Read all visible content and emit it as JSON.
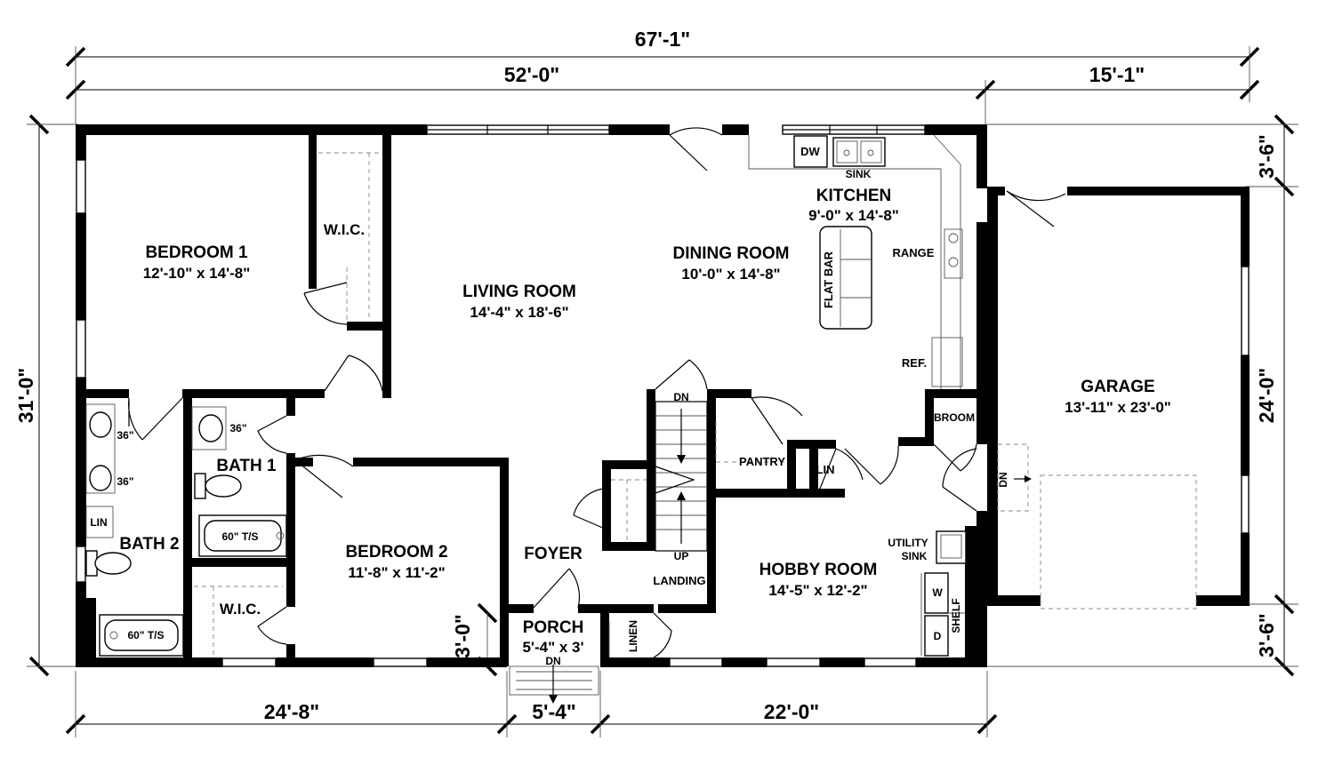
{
  "dimensions": {
    "overall_width": "67'-1\"",
    "house_width": "52'-0\"",
    "garage_width": "15'-1\"",
    "overall_depth": "31'-0\"",
    "garage_setback_top": "3'-6\"",
    "garage_depth": "24'-0\"",
    "garage_setback_bottom": "3'-6\"",
    "bottom_left": "24'-8\"",
    "porch_width": "5'-4\"",
    "bottom_right": "22'-0\"",
    "porch_depth": "3'-0\""
  },
  "rooms": {
    "bedroom1": {
      "name": "BEDROOM 1",
      "size": "12'-10\" x 14'-8\""
    },
    "living": {
      "name": "LIVING ROOM",
      "size": "14'-4\" x 18'-6\""
    },
    "dining": {
      "name": "DINING ROOM",
      "size": "10'-0\" x 14'-8\""
    },
    "kitchen": {
      "name": "KITCHEN",
      "size": "9'-0\" x 14'-8\""
    },
    "garage": {
      "name": "GARAGE",
      "size": "13'-11\" x 23'-0\""
    },
    "bedroom2": {
      "name": "BEDROOM 2",
      "size": "11'-8\" x 11'-2\""
    },
    "hobby": {
      "name": "HOBBY ROOM",
      "size": "14'-5\" x 12'-2\""
    },
    "porch": {
      "name": "PORCH",
      "size": "5'-4\" x 3'"
    },
    "bath1": {
      "name": "BATH 1"
    },
    "bath2": {
      "name": "BATH 2"
    },
    "foyer": {
      "name": "FOYER"
    }
  },
  "labels": {
    "wic_top": "W.I.C.",
    "wic_bottom": "W.I.C.",
    "dw": "DW",
    "sink": "SINK",
    "range": "RANGE",
    "ref": "REF.",
    "flat_bar": "FLAT BAR",
    "pantry": "PANTRY",
    "lin_hall": "LIN",
    "lin_bath2": "LIN",
    "broom": "BROOM",
    "stair_dn": "DN",
    "stair_up": "UP",
    "landing": "LANDING",
    "garage_dn": "DN",
    "porch_dn": "DN",
    "utility_sink_1": "UTILITY",
    "utility_sink_2": "SINK",
    "washer": "W",
    "dryer": "D",
    "shelf": "SHELF",
    "linen": "LINEN",
    "vanity1": "36\"",
    "vanity2a": "36\"",
    "vanity2b": "36\"",
    "tub1": "60\" T/S",
    "tub2": "60\" T/S"
  }
}
